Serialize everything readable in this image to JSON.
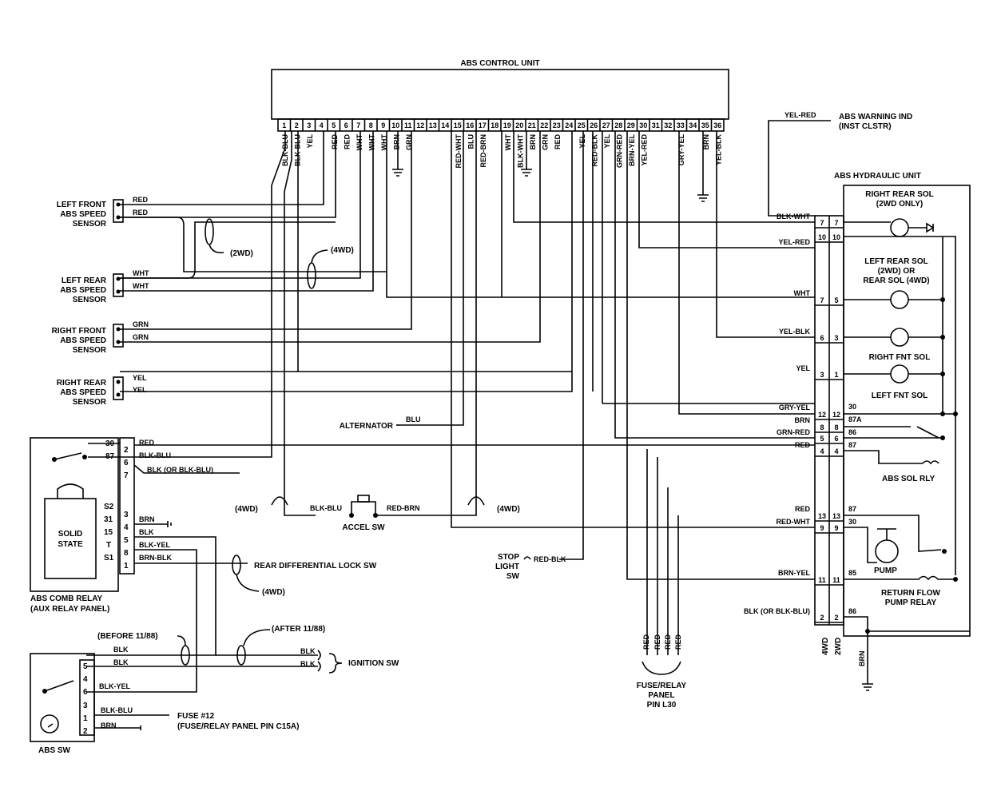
{
  "diagram": {
    "control_unit": {
      "title": "ABS CONTROL UNIT",
      "pins": [
        "1",
        "2",
        "3",
        "4",
        "5",
        "6",
        "7",
        "8",
        "9",
        "10",
        "11",
        "12",
        "13",
        "14",
        "15",
        "16",
        "17",
        "18",
        "19",
        "20",
        "21",
        "22",
        "23",
        "24",
        "25",
        "26",
        "27",
        "28",
        "29",
        "30",
        "31",
        "32",
        "33",
        "34",
        "35",
        "36"
      ],
      "wire_colors": {
        "p1": "BLK-BLU",
        "p2": "BLK-BLU",
        "p3": "YEL",
        "p5": "RED",
        "p6": "RED",
        "p7": "WHT",
        "p8": "WHT",
        "p9": "WHT",
        "p10": "BRN",
        "p11": "GRN",
        "p15": "RED-WHT",
        "p16": "BLU",
        "p17": "RED-BRN",
        "p19": "WHT",
        "p20": "BLK-WHT",
        "p21": "BRN",
        "p22": "GRN",
        "p23": "RED",
        "p25": "YEL",
        "p26": "RED-BLK",
        "p27": "YEL",
        "p28": "GRN-RED",
        "p29": "BRN-YEL",
        "p30": "YEL-RED",
        "p33": "GRY-YEL",
        "p35": "BRN",
        "p36": "YEL-BLK"
      }
    },
    "warning": {
      "wire": "YEL-RED",
      "label_line1": "ABS WARNING IND",
      "label_line2": "(INST CLSTR)"
    },
    "sensors": {
      "left_front": {
        "l1": "LEFT FRONT",
        "l2": "ABS SPEED",
        "l3": "SENSOR",
        "w1": "RED",
        "w2": "RED"
      },
      "left_rear": {
        "l1": "LEFT REAR",
        "l2": "ABS SPEED",
        "l3": "SENSOR",
        "w1": "WHT",
        "w2": "WHT"
      },
      "right_front": {
        "l1": "RIGHT FRONT",
        "l2": "ABS SPEED",
        "l3": "SENSOR",
        "w1": "GRN",
        "w2": "GRN"
      },
      "right_rear": {
        "l1": "RIGHT REAR",
        "l2": "ABS SPEED",
        "l3": "SENSOR",
        "w1": "YEL",
        "w2": "YEL"
      }
    },
    "notes": {
      "twd": "(2WD)",
      "fwd_a": "(4WD)",
      "fwd_b": "(4WD)",
      "fwd_c": "(4WD)",
      "fwd_d": "(4WD)",
      "before": "(BEFORE 11/88)",
      "after": "(AFTER 11/88)"
    },
    "alternator": {
      "label": "ALTERNATOR",
      "wire": "BLU"
    },
    "accel_sw": {
      "label": "ACCEL SW",
      "w1": "BLK-BLU",
      "w2": "RED-BRN"
    },
    "stop_sw": {
      "l1": "STOP",
      "l2": "LIGHT",
      "l3": "SW",
      "wire": "RED-BLK"
    },
    "rear_diff": {
      "label": "REAR DIFFERENTIAL LOCK SW"
    },
    "ignition": {
      "label": "IGNITION SW",
      "w1": "BLK",
      "w2": "BLK"
    },
    "fuse": {
      "l1": "FUSE #12",
      "l2": "(FUSE/RELAY PANEL PIN C15A)"
    },
    "fuse_panel": {
      "l1": "FUSE/RELAY",
      "l2": "PANEL",
      "l3": "PIN L30",
      "wires": [
        "RED",
        "RED",
        "RED",
        "RED"
      ]
    },
    "comb_relay": {
      "title1": "ABS COMB RELAY",
      "title2": "(AUX RELAY PANEL)",
      "solid1": "SOLID",
      "solid2": "STATE",
      "term_labels": [
        "30",
        "87",
        "S2",
        "31",
        "15",
        "T",
        "S1"
      ],
      "pins_a": [
        "2",
        "3",
        "6"
      ],
      "pins_b": [
        "7",
        "3",
        "4",
        "5",
        "8",
        "1"
      ],
      "wires": [
        "RED",
        "BLK-BLU",
        "BLK (OR BLK-BLU)",
        "BRN",
        "BLK",
        "BLK-YEL",
        "BRN-BLK"
      ]
    },
    "abs_sw": {
      "label": "ABS SW",
      "pins": [
        "5",
        "4",
        "6",
        "3",
        "1",
        "2"
      ],
      "wires": [
        "BLK",
        "BLK",
        "BLK-YEL",
        "BLK-BLU",
        "BRN"
      ]
    },
    "hydraulic": {
      "title": "ABS HYDRAULIC UNIT",
      "rr_sol1": "RIGHT REAR SOL",
      "rr_sol2": "(2WD ONLY)",
      "lr_sol1": "LEFT REAR SOL",
      "lr_sol2": "(2WD) OR",
      "lr_sol3": "REAR SOL (4WD)",
      "rf_sol": "RIGHT FNT SOL",
      "lf_sol": "LEFT FNT SOL",
      "sol_rly": "ABS SOL RLY",
      "pump": "PUMP",
      "rfp1": "RETURN FLOW",
      "rfp2": "PUMP RELAY",
      "col_4wd": "4WD",
      "col_2wd": "2WD",
      "conn_left": [
        "7",
        "10",
        "7",
        "6",
        "3",
        "12",
        "8",
        "5",
        "4",
        "13",
        "9",
        "11",
        "2"
      ],
      "conn_right": [
        "7",
        "10",
        "5",
        "3",
        "1",
        "12",
        "8",
        "6",
        "4",
        "13",
        "9",
        "11",
        "2"
      ],
      "wires": [
        "BLK-WHT",
        "YEL-RED",
        "WHT",
        "YEL-BLK",
        "YEL",
        "GRY-YEL",
        "BRN",
        "GRN-RED",
        "RED",
        "RED",
        "RED-WHT",
        "BRN-YEL",
        "BLK (OR BLK-BLU)"
      ],
      "terms": [
        "30",
        "87A",
        "86",
        "87",
        "87",
        "30",
        "85",
        "86"
      ],
      "ground_wire": "BRN"
    }
  }
}
